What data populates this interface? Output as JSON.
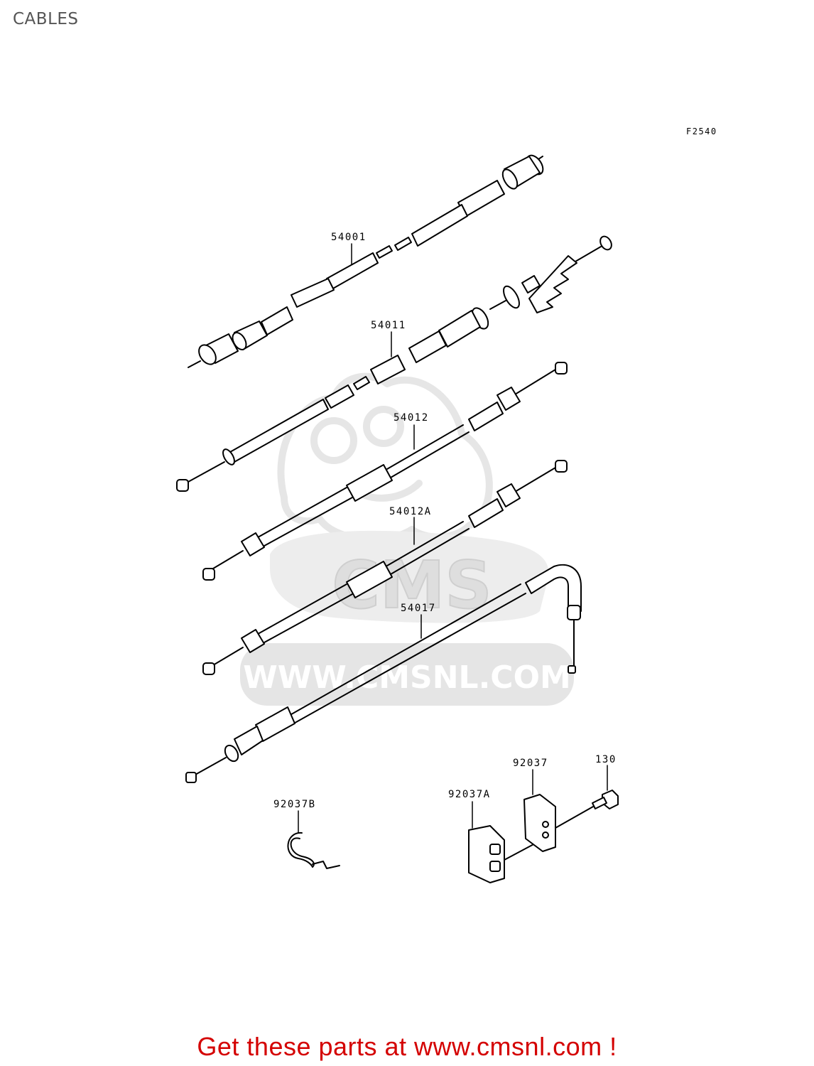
{
  "header": {
    "title": "CABLES"
  },
  "diagram": {
    "figure_code": "F2540",
    "watermark": {
      "text": "WWW.CMSNL.COM",
      "logo_text": "CMS"
    },
    "parts": [
      {
        "id": "speedometer-cable",
        "number": "54001"
      },
      {
        "id": "tachometer-cable",
        "number": "54011"
      },
      {
        "id": "throttle-cable-1",
        "number": "54012"
      },
      {
        "id": "throttle-cable-2",
        "number": "54012A"
      },
      {
        "id": "choke-cable",
        "number": "54017"
      },
      {
        "id": "clamp",
        "number": "92037"
      },
      {
        "id": "clamp-a",
        "number": "92037A"
      },
      {
        "id": "clamp-b",
        "number": "92037B"
      },
      {
        "id": "bolt",
        "number": "130"
      }
    ]
  },
  "footer": {
    "cta": "Get these parts at www.cmsnl.com !"
  }
}
